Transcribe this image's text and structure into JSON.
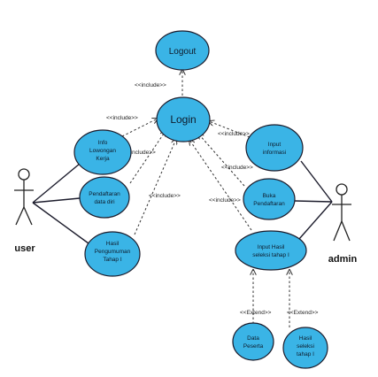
{
  "actors": {
    "user": "user",
    "admin": "admin"
  },
  "use_cases": {
    "logout": "Logout",
    "login": "Login",
    "info_lowongan": [
      "Info",
      "Lowongan",
      "Kerja"
    ],
    "pendaftaran_data_diri": [
      "Pendaftaran",
      "data diri"
    ],
    "hasil_pengumuman": [
      "Hasil",
      "Pengumuman",
      "Tahap I"
    ],
    "input_informasi": [
      "Input",
      "informasi"
    ],
    "buka_pendaftaran": [
      "Buka",
      "Pendaftaran"
    ],
    "input_hasil_seleksi": [
      "Input Hasil",
      "seleksi tahap I"
    ],
    "data_peserta": [
      "Data",
      "Peserta"
    ],
    "hasil_seleksi_tahap": [
      "Hasil",
      "seleksi",
      "tahap I"
    ]
  },
  "stereotypes": {
    "include": "<<include>>",
    "extend": "<<Extend>>"
  },
  "colors": {
    "usecase_fill": "#3ab4e6",
    "outline": "#1c1c2c"
  }
}
